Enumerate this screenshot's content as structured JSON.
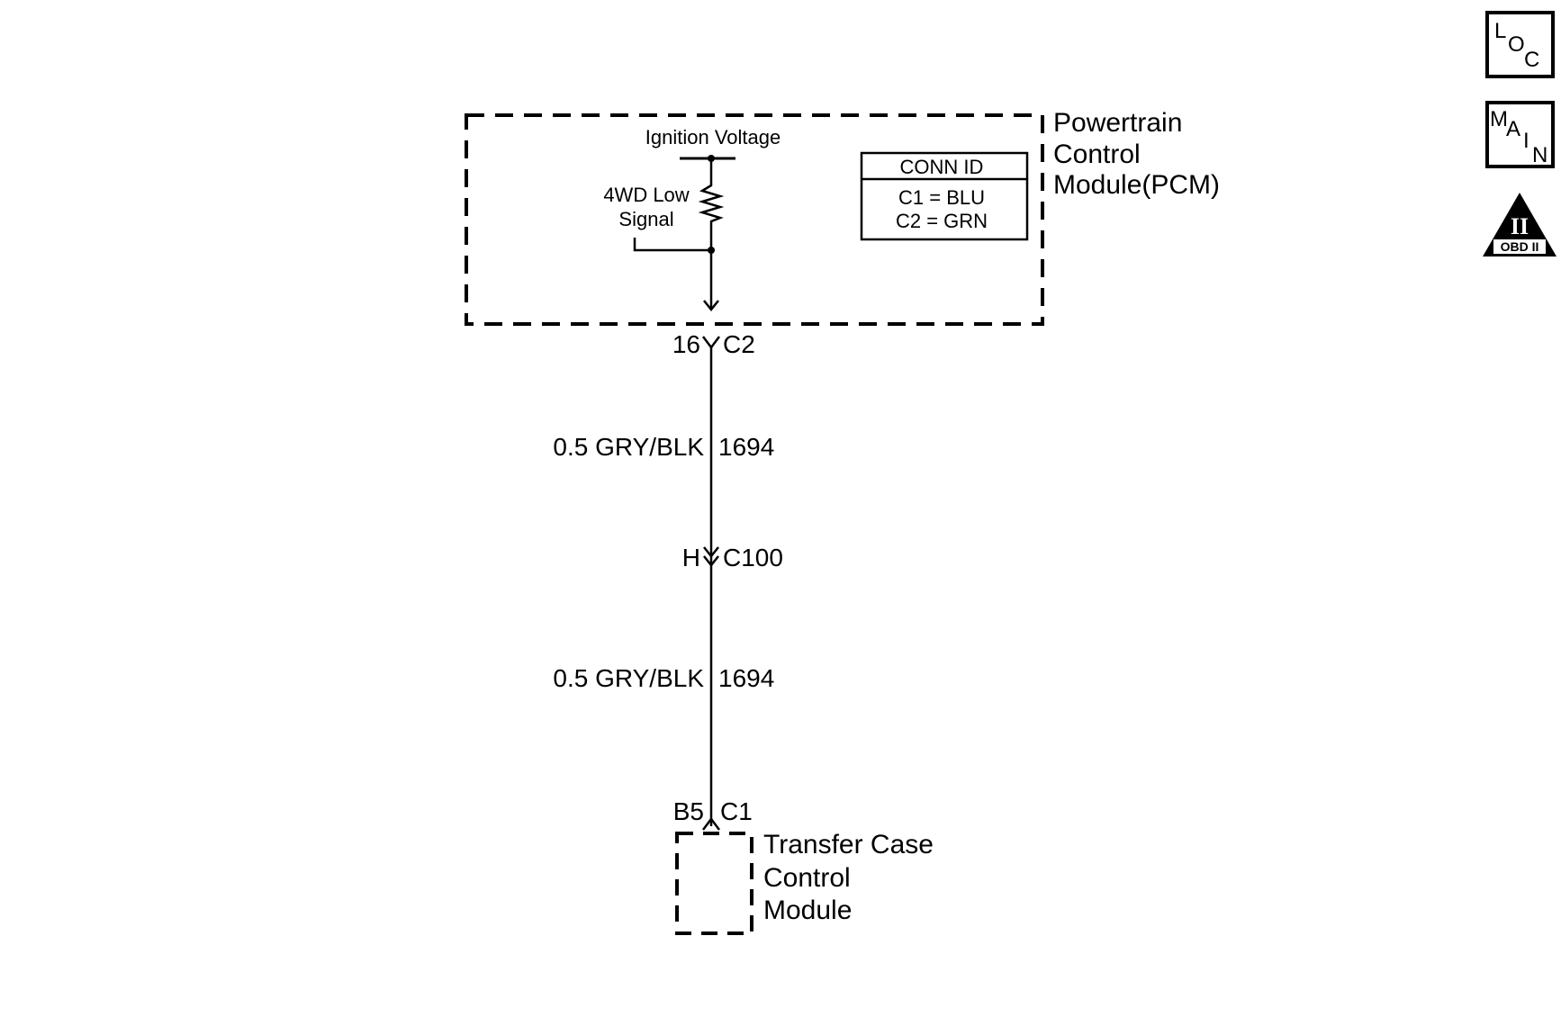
{
  "pcm": {
    "name_line1": "Powertrain",
    "name_line2": "Control",
    "name_line3": "Module(PCM)",
    "ignition_voltage": "Ignition Voltage",
    "signal_line1": "4WD Low",
    "signal_line2": "Signal",
    "conn_id": {
      "title": "CONN ID",
      "c1": "C1 = BLU",
      "c2": "C2 = GRN"
    }
  },
  "connectors": {
    "pcm_pin": "16",
    "pcm_conn": "C2",
    "inline_pin": "H",
    "inline_conn": "C100",
    "tccm_pin": "B5",
    "tccm_conn": "C1"
  },
  "wires": [
    {
      "gauge_color": "0.5 GRY/BLK",
      "circuit": "1694"
    },
    {
      "gauge_color": "0.5 GRY/BLK",
      "circuit": "1694"
    }
  ],
  "tccm": {
    "name_line1": "Transfer Case",
    "name_line2": "Control",
    "name_line3": "Module"
  },
  "icons": {
    "loc": {
      "l": "L",
      "o": "O",
      "c": "C"
    },
    "main": {
      "m": "M",
      "a": "A",
      "i": "I",
      "n": "N"
    },
    "obd": {
      "numeral": "II",
      "label": "OBD II"
    }
  }
}
